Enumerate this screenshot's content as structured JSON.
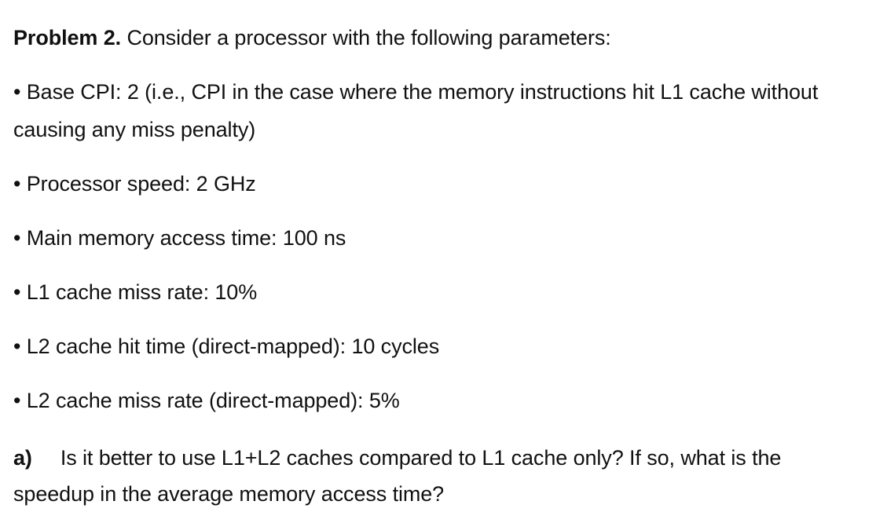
{
  "document": {
    "background_color": "#ffffff",
    "text_color": "#111111",
    "problem": {
      "label": "Problem 2.",
      "intro": " Consider a processor with the following parameters:"
    },
    "bullet_char": "•",
    "parameters": [
      {
        "id": "base-cpi",
        "text": "Base CPI: 2 (i.e., CPI in the case where the memory instructions hit L1 cache without causing any miss penalty)"
      },
      {
        "id": "processor-speed",
        "text": "Processor speed: 2 GHz"
      },
      {
        "id": "main-memory-access-time",
        "text": "Main memory access time: 100 ns"
      },
      {
        "id": "l1-miss-rate",
        "text": "L1 cache miss rate: 10%"
      },
      {
        "id": "l2-hit-time",
        "text": "L2 cache hit time (direct-mapped): 10 cycles"
      },
      {
        "id": "l2-miss-rate",
        "text": "L2 cache miss rate (direct-mapped): 5%"
      }
    ],
    "questions": [
      {
        "id": "a",
        "label": "a)",
        "text": "Is it better to use L1+L2 caches compared to L1 cache only? If so, what is the speedup in the average memory access time?"
      }
    ]
  }
}
